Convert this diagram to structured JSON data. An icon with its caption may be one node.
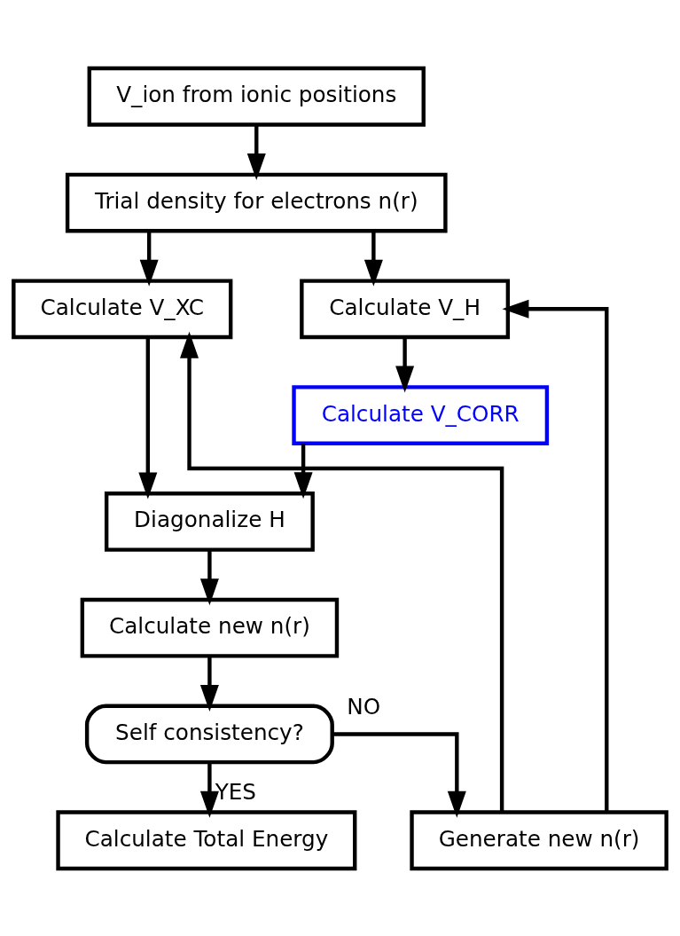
{
  "diagram": {
    "nodes": [
      {
        "text": [
          "V_ion from ionic positions"
        ]
      },
      {
        "text": [
          "Trial density for electrons n(r)"
        ]
      },
      {
        "text": [
          "Calculate V_XC"
        ]
      },
      {
        "text": [
          "Calculate V_H"
        ]
      },
      {
        "text": [
          "Calculate V_CORR"
        ]
      },
      {
        "text": [
          "Diagonalize H"
        ]
      },
      {
        "text": [
          "Calculate new n(r)"
        ]
      },
      {
        "text": [
          "Self consistency?"
        ]
      },
      {
        "text": [
          "Calculate Total Energy"
        ]
      },
      {
        "text": [
          "Generate new n(r)"
        ]
      }
    ],
    "edges": [
      {
        "from": 0,
        "to": 1,
        "arrow": "to"
      },
      {
        "from": 1,
        "to": 2,
        "arrow": "to"
      },
      {
        "from": 1,
        "to": 3,
        "arrow": "to"
      },
      {
        "from": 9,
        "to": 2,
        "arrow": "to"
      },
      {
        "from": 9,
        "to": 3,
        "arrow": "to"
      },
      {
        "from": 3,
        "to": 4,
        "arrow": "to"
      },
      {
        "from": 2,
        "to": 5,
        "arrow": "to"
      },
      {
        "from": 4,
        "to": 5,
        "arrow": "to"
      },
      {
        "from": 5,
        "to": 6,
        "arrow": "to"
      },
      {
        "from": 6,
        "to": 7,
        "arrow": "to"
      },
      {
        "from": 7,
        "to": 8,
        "arrow": "to",
        "label": "YES"
      },
      {
        "from": 7,
        "to": 9,
        "arrow": "to",
        "label": "NO"
      }
    ]
  }
}
